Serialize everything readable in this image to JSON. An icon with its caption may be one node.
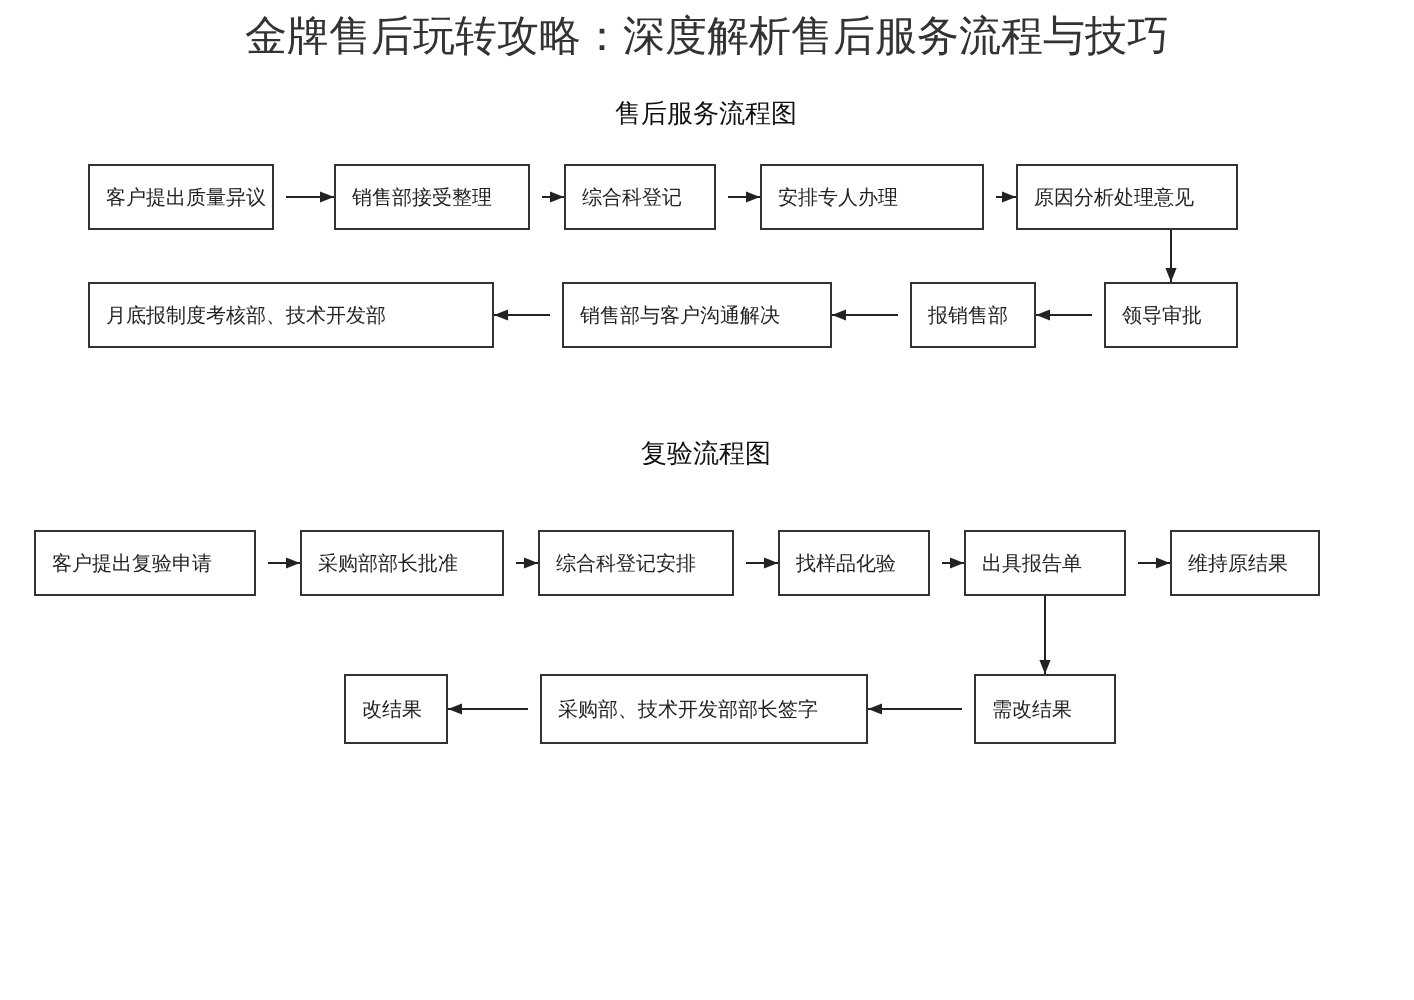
{
  "diagram": {
    "title": "金牌售后玩转攻略：深度解析售后服务流程与技巧",
    "nodes": [
      {
        "text": [
          "客户提出质量异议"
        ]
      },
      {
        "text": [
          "销售部接受整理"
        ]
      },
      {
        "text": [
          "综合科登记"
        ]
      },
      {
        "text": [
          "安排专人办理"
        ]
      },
      {
        "text": [
          "原因分析处理意见"
        ]
      },
      {
        "text": [
          "领导审批"
        ]
      },
      {
        "text": [
          "报销售部"
        ]
      },
      {
        "text": [
          "销售部与客户沟通解决"
        ]
      },
      {
        "text": [
          "月底报制度考核部、技术开发部"
        ]
      },
      {
        "text": [
          "客户提出复验申请"
        ]
      },
      {
        "text": [
          "采购部部长批准"
        ]
      },
      {
        "text": [
          "综合科登记安排"
        ]
      },
      {
        "text": [
          "找样品化验"
        ]
      },
      {
        "text": [
          "出具报告单"
        ]
      },
      {
        "text": [
          "维持原结果"
        ]
      },
      {
        "text": [
          "需改结果"
        ]
      },
      {
        "text": [
          "采购部、技术开发部部长签字"
        ]
      },
      {
        "text": [
          "改结果"
        ]
      }
    ],
    "edges": [
      {
        "from": 0,
        "to": 1,
        "arrow": "to"
      },
      {
        "from": 1,
        "to": 2,
        "arrow": "to"
      },
      {
        "from": 2,
        "to": 3,
        "arrow": "to"
      },
      {
        "from": 3,
        "to": 4,
        "arrow": "to"
      },
      {
        "from": 4,
        "to": 5,
        "arrow": "to"
      },
      {
        "from": 5,
        "to": 6,
        "arrow": "to"
      },
      {
        "from": 6,
        "to": 7,
        "arrow": "to"
      },
      {
        "from": 7,
        "to": 8,
        "arrow": "to"
      },
      {
        "from": 9,
        "to": 10,
        "arrow": "to"
      },
      {
        "from": 10,
        "to": 11,
        "arrow": "to"
      },
      {
        "from": 11,
        "to": 12,
        "arrow": "to"
      },
      {
        "from": 12,
        "to": 13,
        "arrow": "to"
      },
      {
        "from": 13,
        "to": 14,
        "arrow": "to"
      },
      {
        "from": 13,
        "to": 15,
        "arrow": "to"
      },
      {
        "from": 15,
        "to": 16,
        "arrow": "to"
      },
      {
        "from": 16,
        "to": 17,
        "arrow": "to"
      }
    ],
    "labels": [
      "售后服务流程图",
      "复验流程图"
    ]
  }
}
